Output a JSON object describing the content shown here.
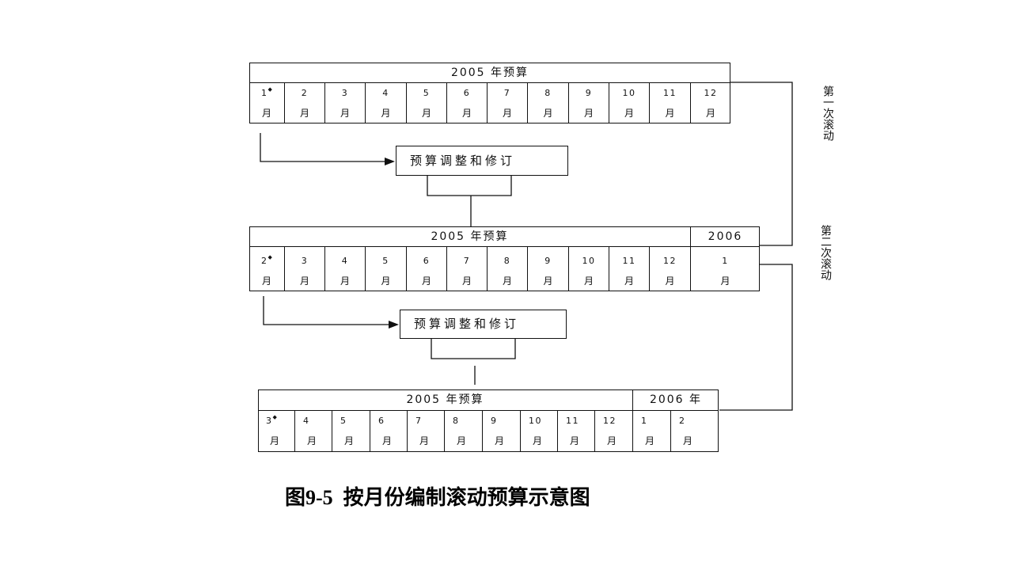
{
  "blocks": [
    {
      "header": [
        "2005 年预算"
      ],
      "cells": [
        {
          "num": "1",
          "unit": "月",
          "marker": "◆"
        },
        {
          "num": "2",
          "unit": "月"
        },
        {
          "num": "3",
          "unit": "月"
        },
        {
          "num": "4",
          "unit": "月"
        },
        {
          "num": "5",
          "unit": "月"
        },
        {
          "num": "6",
          "unit": "月"
        },
        {
          "num": "7",
          "unit": "月"
        },
        {
          "num": "8",
          "unit": "月"
        },
        {
          "num": "9",
          "unit": "月"
        },
        {
          "num": "10",
          "unit": "月"
        },
        {
          "num": "11",
          "unit": "月"
        },
        {
          "num": "12",
          "unit": "月"
        }
      ]
    },
    {
      "header": [
        "2005 年预算",
        "2006"
      ],
      "cells": [
        {
          "num": "2",
          "unit": "月",
          "marker": "◆"
        },
        {
          "num": "3",
          "unit": "月"
        },
        {
          "num": "4",
          "unit": "月"
        },
        {
          "num": "5",
          "unit": "月"
        },
        {
          "num": "6",
          "unit": "月"
        },
        {
          "num": "7",
          "unit": "月"
        },
        {
          "num": "8",
          "unit": "月"
        },
        {
          "num": "9",
          "unit": "月"
        },
        {
          "num": "10",
          "unit": "月"
        },
        {
          "num": "11",
          "unit": "月"
        },
        {
          "num": "12",
          "unit": "月"
        },
        {
          "num": "1",
          "unit": "月"
        }
      ]
    },
    {
      "header": [
        "2005 年预算",
        "2006 年"
      ],
      "cells": [
        {
          "num": "3",
          "unit": "月",
          "marker": "◆"
        },
        {
          "num": "4",
          "unit": "月"
        },
        {
          "num": "5",
          "unit": "月"
        },
        {
          "num": "6",
          "unit": "月"
        },
        {
          "num": "7",
          "unit": "月"
        },
        {
          "num": "8",
          "unit": "月"
        },
        {
          "num": "9",
          "unit": "月"
        },
        {
          "num": "10",
          "unit": "月"
        },
        {
          "num": "11",
          "unit": "月"
        },
        {
          "num": "12",
          "unit": "月"
        },
        {
          "num": "1",
          "unit": "月"
        },
        {
          "num": "2",
          "unit": "月"
        }
      ]
    }
  ],
  "adjust_boxes": [
    "预算调整和修订",
    "预算调整和修订"
  ],
  "roll_labels": [
    "第一次滚动",
    "第二次滚动"
  ],
  "caption": "图9-5  按月份编制滚动预算示意图"
}
